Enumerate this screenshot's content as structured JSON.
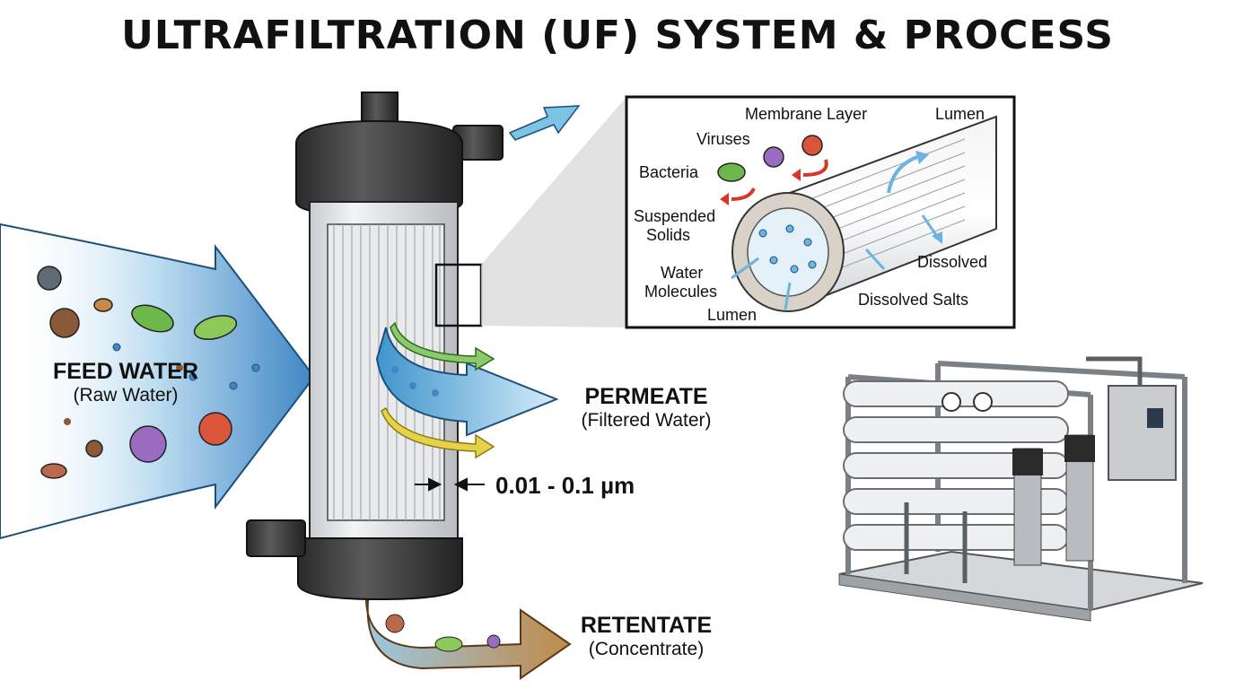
{
  "title": "ULTRAFILTRATION (UF) SYSTEM & PROCESS",
  "feed": {
    "label": "FEED WATER",
    "sublabel": "(Raw Water)"
  },
  "permeate": {
    "label": "PERMEATE",
    "sublabel": "(Filtered Water)"
  },
  "retentate": {
    "label": "RETENTATE",
    "sublabel": "(Concentrate)"
  },
  "pore_size": "0.01 - 0.1 µm",
  "inset": {
    "labels": {
      "membrane_layer": "Membrane Layer",
      "lumen_top": "Lumen",
      "viruses": "Viruses",
      "bacteria": "Bacteria",
      "suspended_solids_1": "Suspended",
      "suspended_solids_2": "Solids",
      "water_1": "Water",
      "water_2": "Molecules",
      "lumen_bottom": "Lumen",
      "dissolved": "Dissolved",
      "dissolved_salts": "Dissolved Salts"
    }
  },
  "colors": {
    "feed_arrow": "#4a90c8",
    "permeate_arrow": "#7cc3e6",
    "green_flow": "#8cc870",
    "yellow_flow": "#e6d24a",
    "retentate_arrow": "#b8864a",
    "red_reject": "#d9352a",
    "housing": "#3a3a3a"
  }
}
